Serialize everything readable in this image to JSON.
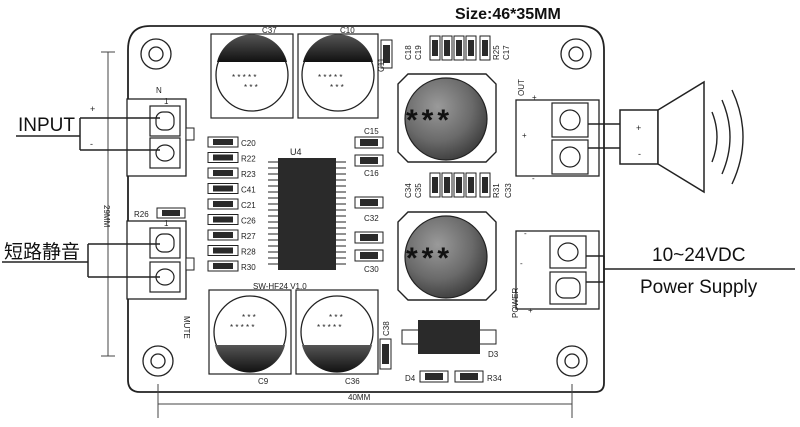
{
  "title": "Size:46*35MM",
  "labels": {
    "input": "INPUT",
    "mute_cn": "短路静音",
    "power_v": "10~24VDC",
    "power_supply": "Power Supply",
    "plus": "+",
    "minus": "-",
    "out": "OUT",
    "power": "POWER",
    "mute": "MUTE",
    "dim_height": "29MM",
    "dim_width": "40MM",
    "board_name": "SW-HF24 V1.0",
    "ic": "U4",
    "inductor_mark": "***",
    "cap_mark": "* *",
    "in_num": "N",
    "pin1": "1"
  },
  "components": {
    "C37": "C37",
    "C10": "C10",
    "C9": "C9",
    "C36": "C36",
    "C11": "C11",
    "C18": "C18",
    "C19": "C19",
    "R25": "R25",
    "C17": "C17",
    "C15": "C15",
    "C16": "C16",
    "C32": "C32",
    "C30": "C30",
    "C34": "C34",
    "C35": "C35",
    "R31": "R31",
    "C33": "C33",
    "C20": "C20",
    "R22": "R22",
    "R23": "R23",
    "C41": "C41",
    "C21": "C21",
    "C26": "C26",
    "R27": "R27",
    "R28": "R28",
    "R30": "R30",
    "R26": "R26",
    "C38": "C38",
    "D3": "D3",
    "D4": "D4",
    "R34": "R34"
  },
  "colors": {
    "stroke": "#222222",
    "part_fill": "#2a2a2a",
    "board": "#ffffff"
  }
}
